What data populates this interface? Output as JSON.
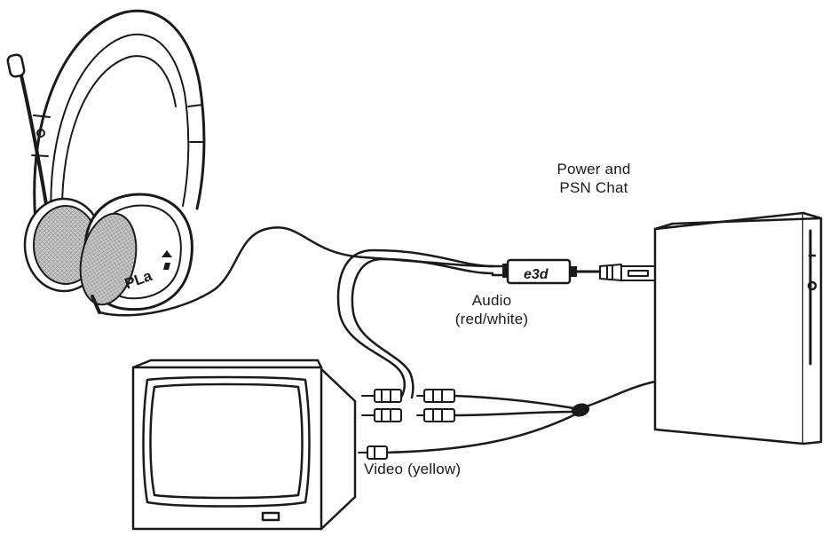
{
  "labels": {
    "power": [
      "Power and",
      "PSN Chat"
    ],
    "audio": [
      "Audio",
      "(red/white)"
    ],
    "video": "Video (yellow)"
  },
  "adapter_logo": "e3d",
  "headset_logo": "PLa",
  "icons": {
    "headset": "headset-icon",
    "console": "game-console-icon",
    "tv": "crt-television-icon",
    "usb": "usb-plug-icon"
  },
  "colors": {
    "ink": "#1a1a1a",
    "background": "#ffffff",
    "earcup": "#bdbdbd"
  }
}
